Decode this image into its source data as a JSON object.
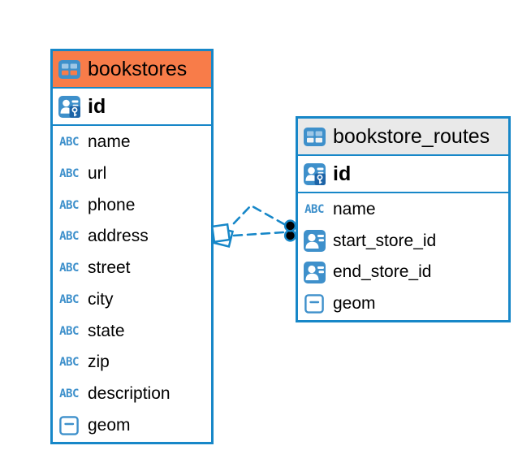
{
  "icons": {
    "text_type_label": "ABC"
  },
  "colors": {
    "accent_blue": "#1787c8",
    "icon_blue": "#3e90cb",
    "key_badge_blue": "#1d64a7",
    "bookstores_header_orange": "#f87c49",
    "routes_header_gray": "#e9e9e9",
    "endpoint_dot": "#000000"
  },
  "tables": {
    "bookstores": {
      "title": "bookstores",
      "pk_field": "id",
      "fields": [
        {
          "name": "name",
          "type": "text"
        },
        {
          "name": "url",
          "type": "text"
        },
        {
          "name": "phone",
          "type": "text"
        },
        {
          "name": "address",
          "type": "text"
        },
        {
          "name": "street",
          "type": "text"
        },
        {
          "name": "city",
          "type": "text"
        },
        {
          "name": "state",
          "type": "text"
        },
        {
          "name": "zip",
          "type": "text"
        },
        {
          "name": "description",
          "type": "text"
        },
        {
          "name": "geom",
          "type": "geometry"
        }
      ]
    },
    "routes": {
      "title": "bookstore_routes",
      "pk_field": "id",
      "fields": [
        {
          "name": "name",
          "type": "text"
        },
        {
          "name": "start_store_id",
          "type": "reference"
        },
        {
          "name": "end_store_id",
          "type": "reference"
        },
        {
          "name": "geom",
          "type": "geometry"
        }
      ]
    }
  },
  "relation": {
    "style": "dashed",
    "endpoint_count": 2
  }
}
